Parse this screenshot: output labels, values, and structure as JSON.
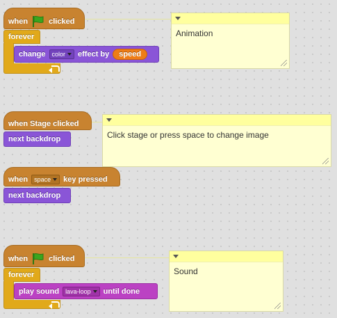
{
  "scripts": {
    "animation": {
      "hat_when": "when",
      "hat_clicked": "clicked",
      "forever": "forever",
      "change": "change",
      "effect_option": "color",
      "effect_by": "effect by",
      "speed_reporter": "speed"
    },
    "stage_click": {
      "hat_label": "when Stage clicked",
      "action": "next backdrop"
    },
    "key_press": {
      "hat_when": "when",
      "key_option": "space",
      "hat_suffix": "key pressed",
      "action": "next backdrop"
    },
    "sound": {
      "hat_when": "when",
      "hat_clicked": "clicked",
      "forever": "forever",
      "play_sound": "play sound",
      "sound_option": "lava-loop",
      "until_done": "until done"
    }
  },
  "comments": {
    "animation": "Animation",
    "stage": "Click stage or press space to change image",
    "sound": "Sound"
  },
  "colors": {
    "events": "#c88330",
    "control": "#e1a91a",
    "looks": "#8a55d7",
    "sound": "#bb42c3",
    "operator": "#ee7d16",
    "comment": "#ffffd2",
    "green_flag": "#3aa51f"
  },
  "icons": [
    "green-flag-icon",
    "dropdown-caret-icon",
    "loop-arrow-icon",
    "resize-grip-icon",
    "collapse-triangle-icon"
  ]
}
